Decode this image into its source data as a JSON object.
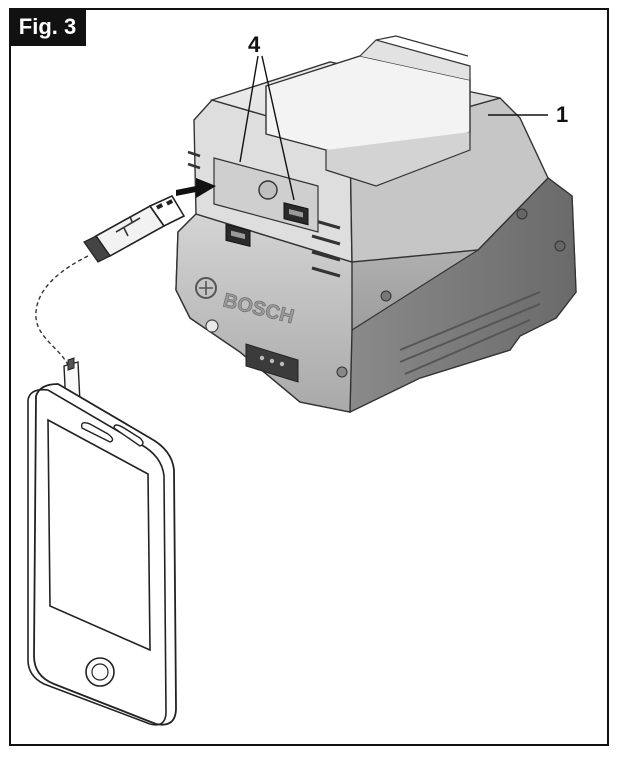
{
  "figure": {
    "label": "Fig. 3",
    "callouts": [
      {
        "id": "1",
        "text": "1"
      },
      {
        "id": "4",
        "text": "4"
      }
    ],
    "brand_text": "BOSCH"
  },
  "colors": {
    "ink": "#111111",
    "body_light": "#d9d9d9",
    "body_mid": "#bdbdbd",
    "body_dark": "#8f8f8f",
    "body_darkest": "#6e6e6e"
  }
}
